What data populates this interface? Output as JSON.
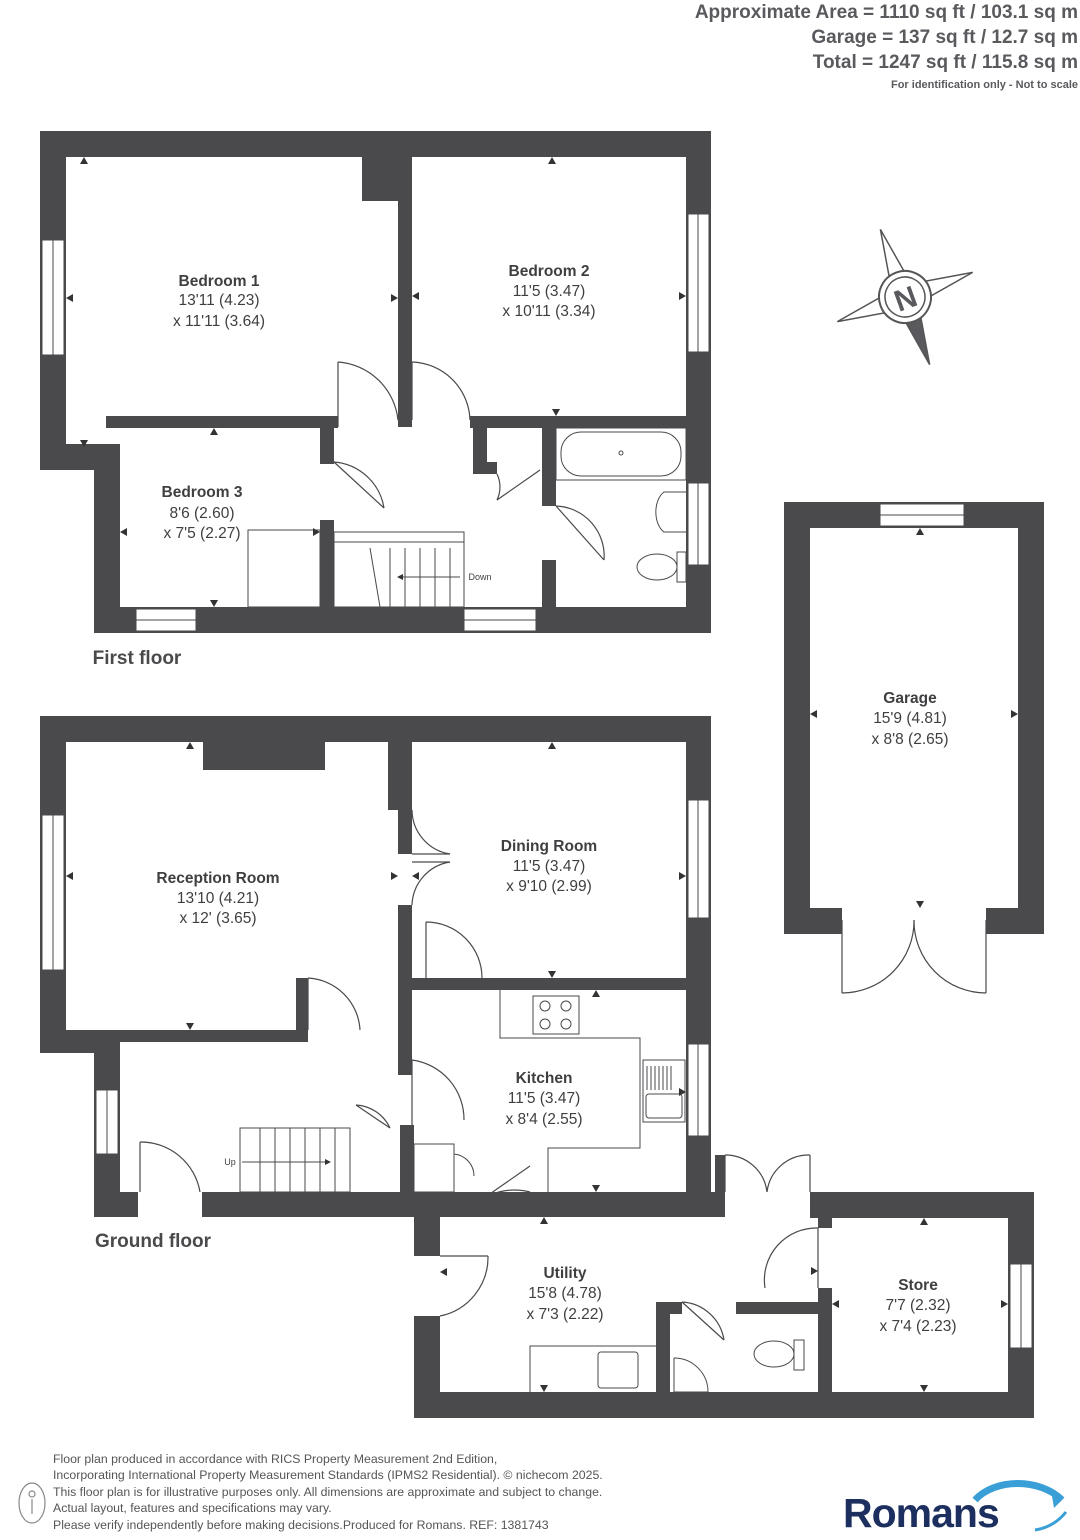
{
  "header": {
    "area_line": "Approximate Area = 1110 sq ft / 103.1 sq m",
    "garage_line": "Garage = 137 sq ft / 12.7 sq m",
    "total_line": "Total = 1247 sq ft / 115.8 sq m",
    "disclaimer": "For identification only - Not to scale"
  },
  "floors": {
    "first": "First floor",
    "ground": "Ground floor"
  },
  "rooms": {
    "bedroom1": {
      "name": "Bedroom 1",
      "dim1": "13'11 (4.23)",
      "dim2": "x 11'11 (3.64)"
    },
    "bedroom2": {
      "name": "Bedroom 2",
      "dim1": "11'5 (3.47)",
      "dim2": "x 10'11 (3.34)"
    },
    "bedroom3": {
      "name": "Bedroom 3",
      "dim1": "8'6 (2.60)",
      "dim2": "x 7'5 (2.27)"
    },
    "garage": {
      "name": "Garage",
      "dim1": "15'9 (4.81)",
      "dim2": "x 8'8 (2.65)"
    },
    "reception": {
      "name": "Reception Room",
      "dim1": "13'10 (4.21)",
      "dim2": "x 12' (3.65)"
    },
    "dining": {
      "name": "Dining Room",
      "dim1": "11'5 (3.47)",
      "dim2": "x 9'10 (2.99)"
    },
    "kitchen": {
      "name": "Kitchen",
      "dim1": "11'5 (3.47)",
      "dim2": "x 8'4 (2.55)"
    },
    "utility": {
      "name": "Utility",
      "dim1": "15'8 (4.78)",
      "dim2": "x 7'3 (2.22)"
    },
    "store": {
      "name": "Store",
      "dim1": "7'7 (2.32)",
      "dim2": "x 7'4 (2.23)"
    }
  },
  "stairs": {
    "down": "Down",
    "up": "Up"
  },
  "compass": {
    "letter": "N"
  },
  "footer": {
    "line1": "Floor plan produced in accordance with RICS Property Measurement 2nd Edition,",
    "line2": "Incorporating International Property Measurement Standards (IPMS2 Residential).   © nichecom 2025.",
    "line3": "This floor plan is for illustrative purposes only. All dimensions are approximate and subject to change.",
    "line4": "Actual layout, features and specifications may vary.",
    "line5": "Please verify independently before making decisions.Produced for Romans.   REF: 1381743"
  },
  "brand": {
    "name": "Romans"
  },
  "colors": {
    "wall": "#4a4a4d",
    "text": "#3f3f42",
    "brand": "#1c2f5e",
    "accent": "#3a9fd6"
  }
}
